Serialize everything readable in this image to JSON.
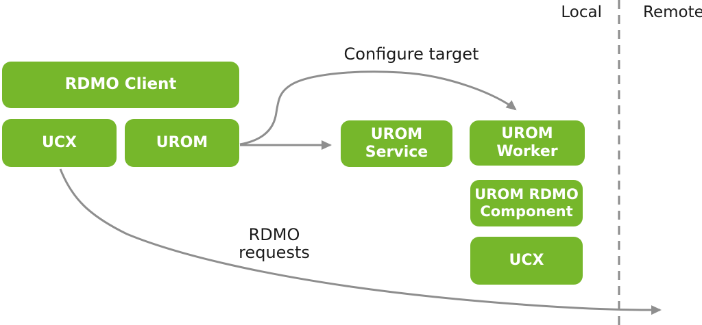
{
  "palette": {
    "box_green": "#76B72B",
    "box_text": "#ffffff",
    "arrow_gray": "#8E8E8E",
    "dash_gray": "#8C8C8C",
    "label_dark": "#1a1a1a"
  },
  "regions": {
    "local_label": "Local",
    "remote_label": "Remote"
  },
  "annotations": {
    "configure_target": "Configure target",
    "rdmo_requests_line1": "RDMO",
    "rdmo_requests_line2": "requests"
  },
  "boxes": [
    {
      "id": "rdmo-client",
      "lines": [
        "RDMO Client"
      ]
    },
    {
      "id": "ucx-local",
      "lines": [
        "UCX"
      ]
    },
    {
      "id": "urom",
      "lines": [
        "UROM"
      ]
    },
    {
      "id": "urom-service",
      "lines": [
        "UROM",
        "Service"
      ]
    },
    {
      "id": "urom-worker",
      "lines": [
        "UROM",
        "Worker"
      ]
    },
    {
      "id": "urom-rdmo-component",
      "lines": [
        "UROM RDMO",
        "Component"
      ]
    },
    {
      "id": "ucx-remote",
      "lines": [
        "UCX"
      ]
    }
  ]
}
